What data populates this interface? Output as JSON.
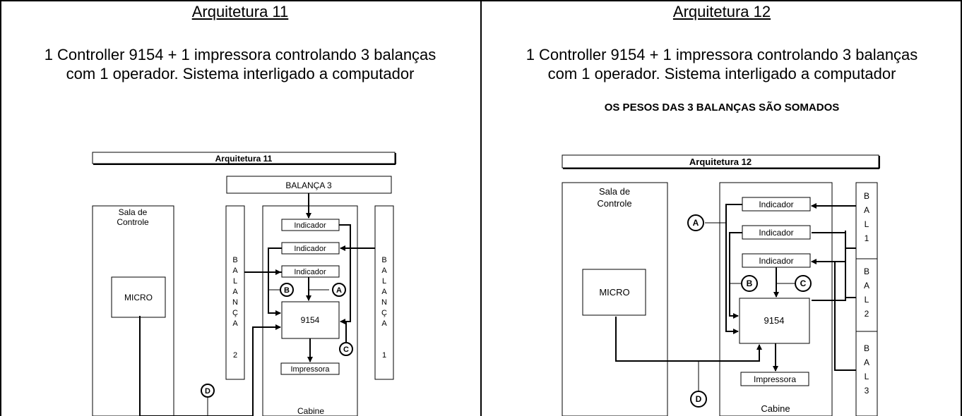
{
  "left": {
    "heading": "Arquitetura 11",
    "description": "1 Controller 9154 + 1 impressora controlando 3 balanças com 1 operador. Sistema interligado a computador",
    "diagram": {
      "title": "Arquitetura 11",
      "scale_3": "BALANÇA 3",
      "control_room": "Sala de Controle",
      "micro": "MICRO",
      "scale_2_letters": [
        "B",
        "A",
        "L",
        "A",
        "N",
        "Ç",
        "A",
        "",
        "2"
      ],
      "scale_1_letters": [
        "B",
        "A",
        "L",
        "A",
        "N",
        "Ç",
        "A",
        "",
        "1"
      ],
      "indicators": [
        "Indicador",
        "Indicador",
        "Indicador"
      ],
      "controller": "9154",
      "printer": "Impressora",
      "cabin": "Cabine",
      "markers": [
        "A",
        "B",
        "C",
        "D"
      ]
    }
  },
  "right": {
    "heading": "Arquitetura 12",
    "description": "1 Controller 9154 + 1 impressora controlando 3 balanças com 1 operador. Sistema interligado a computador",
    "note": "OS PESOS DAS 3 BALANÇAS SÃO SOMADOS",
    "diagram": {
      "title": "Arquitetura 12",
      "control_room_line1": "Sala de",
      "control_room_line2": "Controle",
      "micro": "MICRO",
      "scale_1_letters": [
        "B",
        "A",
        "L",
        "1"
      ],
      "scale_2_letters": [
        "B",
        "A",
        "L",
        "2"
      ],
      "scale_3_letters": [
        "B",
        "A",
        "L",
        "3"
      ],
      "indicators": [
        "Indicador",
        "Indicador",
        "Indicador"
      ],
      "controller": "9154",
      "printer": "Impressora",
      "cabin": "Cabine",
      "markers": [
        "A",
        "B",
        "C",
        "D"
      ]
    }
  }
}
